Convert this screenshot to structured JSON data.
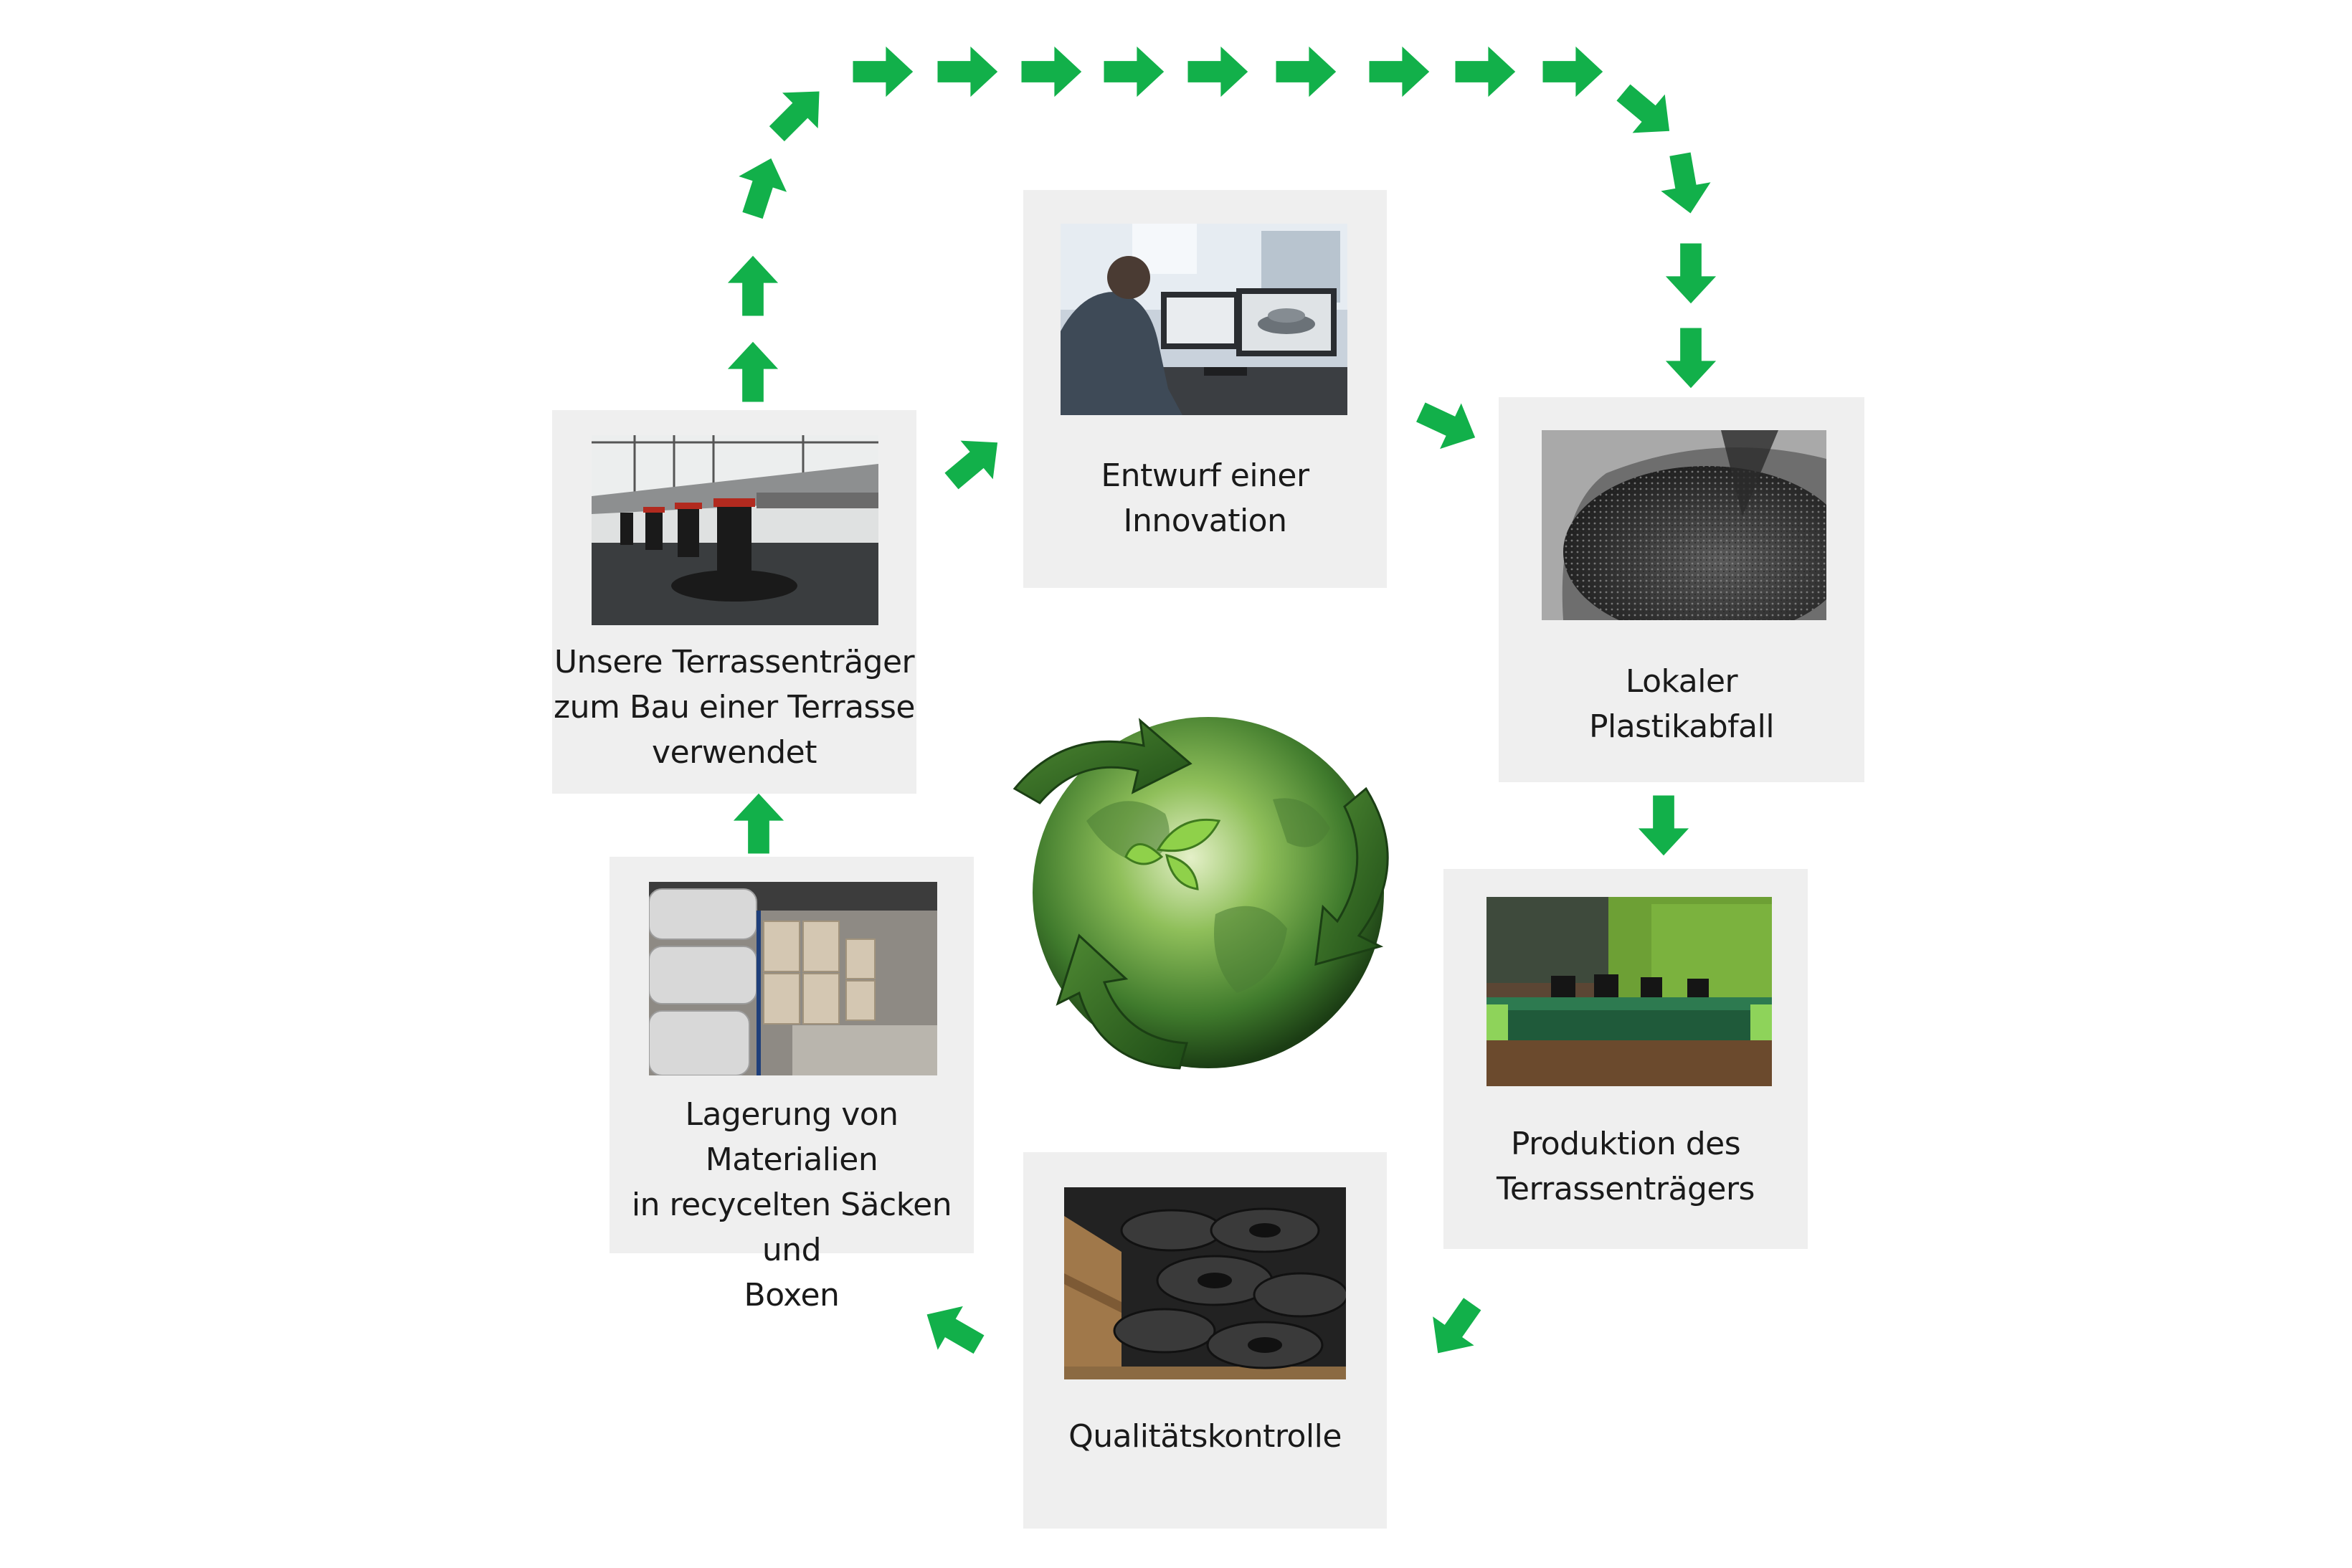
{
  "steps": [
    {
      "id": "design",
      "label": "Entwurf einer\nInnovation",
      "photo": "engineer-at-cad-workstation"
    },
    {
      "id": "waste",
      "label": "Lokaler\nPlastikabfall",
      "photo": "plastic-granulate"
    },
    {
      "id": "production",
      "label": "Produktion des\nTerrassenträgers",
      "photo": "injection-molding-machine"
    },
    {
      "id": "quality",
      "label": "Qualitätskontrolle",
      "photo": "crate-of-pedestals"
    },
    {
      "id": "storage",
      "label": "Lagerung von Materialien\nin recycelten Säcken und\nBoxen",
      "photo": "warehouse-sacks"
    },
    {
      "id": "terrace",
      "label": "Unsere Terrassenträger\nzum Bau einer Terrasse\nverwendet",
      "photo": "terrace-pedestals"
    }
  ],
  "center": {
    "icon": "recycling-globe-icon"
  },
  "colors": {
    "arrow": "#12b04a",
    "card": "#efefef",
    "text": "#1a1a1a",
    "globe_dark": "#2f5d22"
  }
}
